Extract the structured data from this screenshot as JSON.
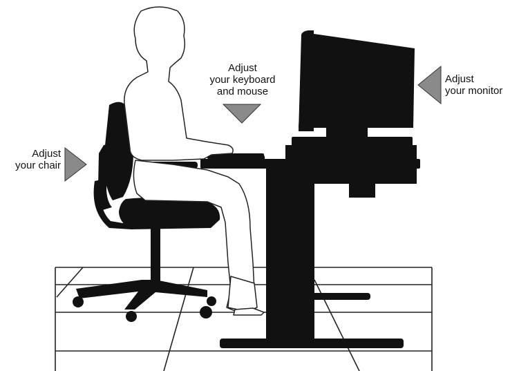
{
  "labels": {
    "keyboard": {
      "line1": "Adjust",
      "line2": "your keyboard",
      "line3": "and mouse"
    },
    "monitor": {
      "line1": "Adjust",
      "line2": "your monitor"
    },
    "chair": {
      "line1": "Adjust",
      "line2": "your chair"
    }
  },
  "colors": {
    "silhouette": "#111111",
    "arrow": "#8a8a8a",
    "outline": "#222222",
    "background": "#ffffff"
  },
  "icons": [
    "down-arrow-icon",
    "left-arrow-icon",
    "right-arrow-icon"
  ]
}
